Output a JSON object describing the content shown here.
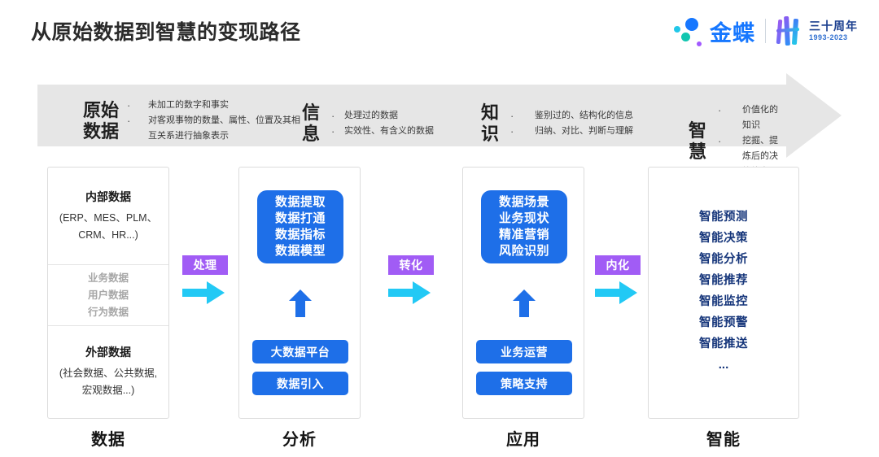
{
  "header": {
    "title": "从原始数据到智慧的变现路径",
    "brand": {
      "name": "金蝶",
      "anniversary_cn": "三十周年",
      "anniversary_years": "1993-2023"
    }
  },
  "banner": {
    "stages": [
      {
        "name": "原始\n数据",
        "bullets": [
          "未加工的数字和事实",
          "对客观事物的数量、属性、位置及其相互关系进行抽象表示"
        ]
      },
      {
        "name": "信\n息",
        "bullets": [
          "处理过的数据",
          "实效性、有含义的数据"
        ]
      },
      {
        "name": "知\n识",
        "bullets": [
          "鉴别过的、结构化的信息",
          "归纳、对比、判断与理解"
        ]
      },
      {
        "name": "智\n慧",
        "bullets": [
          "价值化的知识",
          "挖掘、提炼后的决策能力"
        ]
      }
    ],
    "bullet_marker": "·"
  },
  "columns": {
    "data": {
      "bottom_label": "数据",
      "internal_title": "内部数据",
      "internal_sub": "(ERP、MES、PLM、\nCRM、HR...)",
      "middle_items": [
        "业务数据",
        "用户数据",
        "行为数据"
      ],
      "external_title": "外部数据",
      "external_sub": "(社会数据、公共数据,\n宏观数据...)"
    },
    "analysis": {
      "bottom_label": "分析",
      "card_lines": "数据提取\n数据打通\n数据指标\n数据模型",
      "pill_a": "大数据平台",
      "pill_b": "数据引入"
    },
    "application": {
      "bottom_label": "应用",
      "card_lines": "数据场景\n业务现状\n精准营销\n风险识别",
      "pill_a": "业务运营",
      "pill_b": "策略支持"
    },
    "intelligence": {
      "bottom_label": "智能",
      "items": [
        "智能预测",
        "智能决策",
        "智能分析",
        "智能推荐",
        "智能监控",
        "智能预警",
        "智能推送"
      ],
      "ellipsis": "..."
    }
  },
  "connectors": [
    {
      "label": "处理"
    },
    {
      "label": "转化"
    },
    {
      "label": "内化"
    }
  ],
  "colors": {
    "accent_blue": "#1e6fe8",
    "arrow_cyan": "#22c9f5",
    "connector_purple": "#a15cf5",
    "banner_gray": "#e6e6e6",
    "navy_text": "#15357a",
    "brand_blue": "#1677ff"
  }
}
